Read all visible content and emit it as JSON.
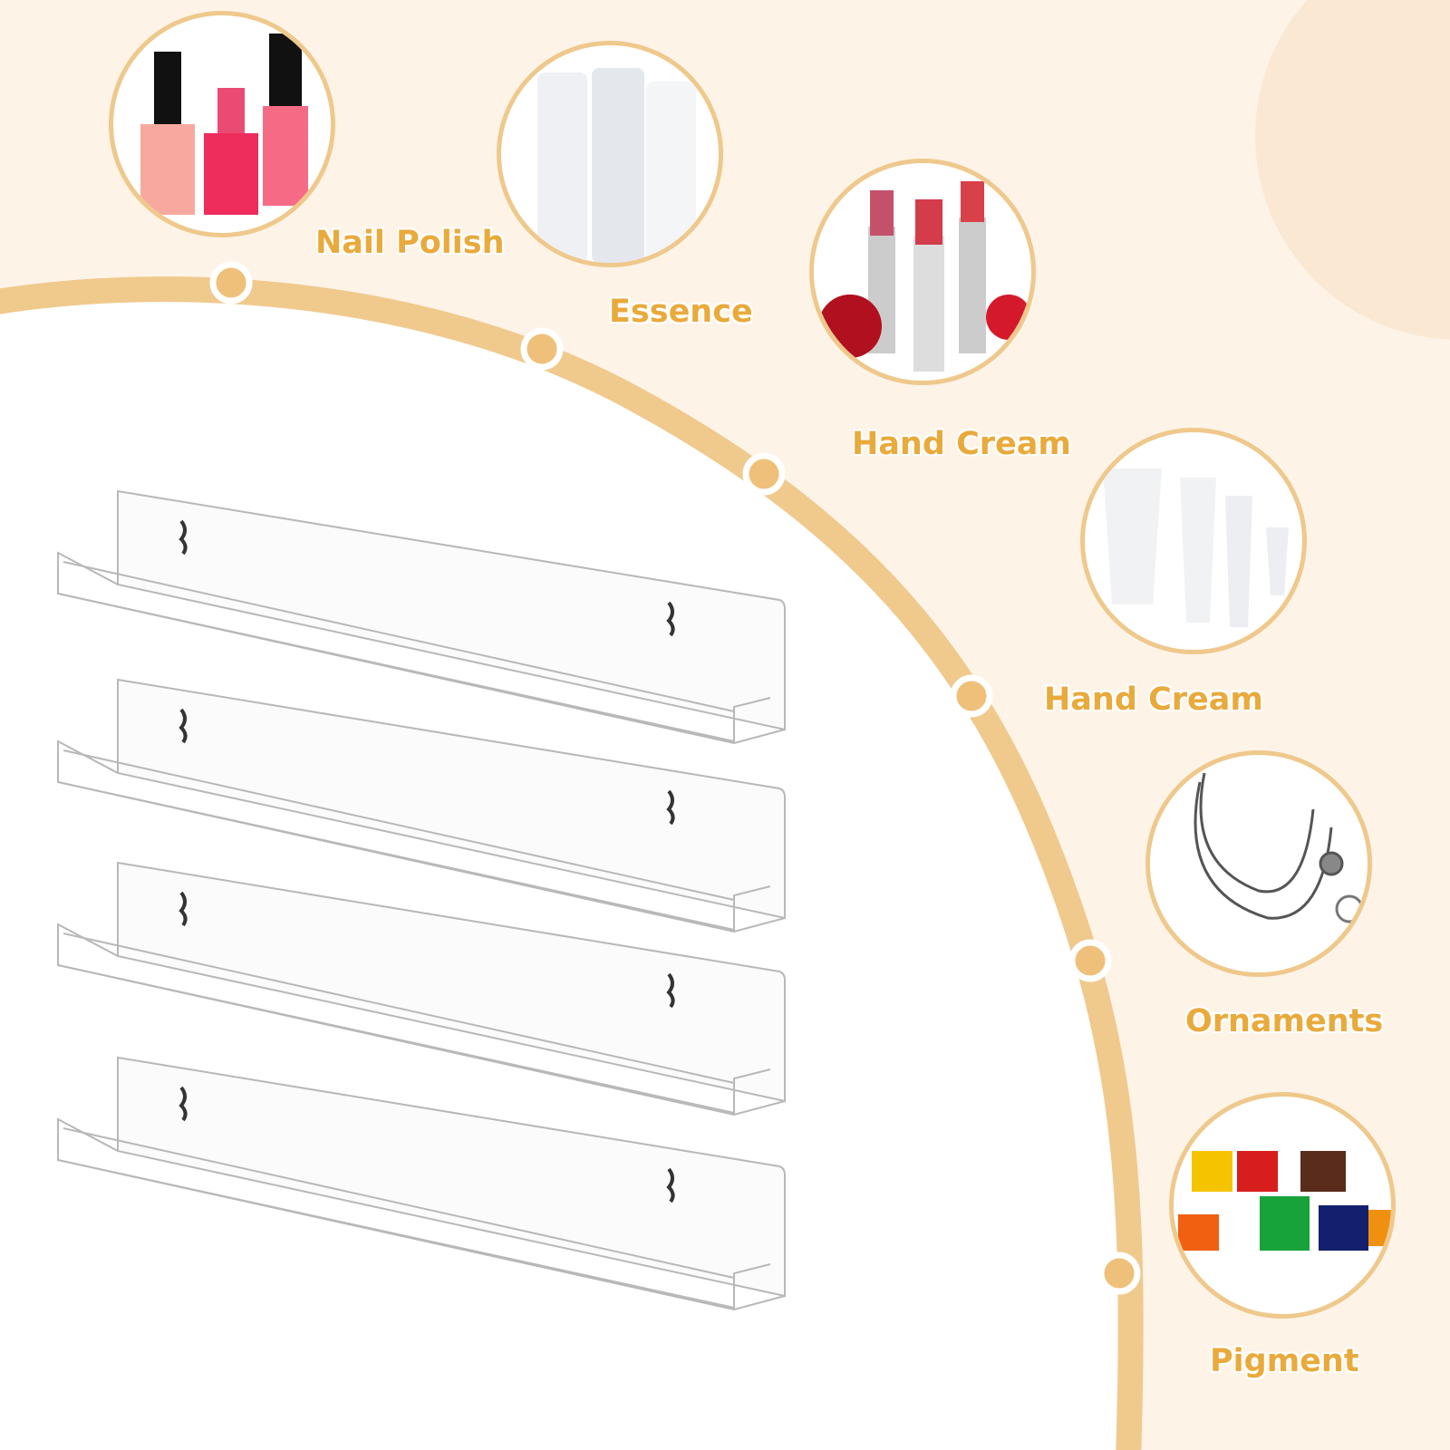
{
  "colors": {
    "background": "#fdf3e7",
    "arc": "#f0c98d",
    "label": "#e9aa3c",
    "inner": "#ffffff"
  },
  "categories": [
    {
      "label": "Nail Polish",
      "icon": "nail-polish-photo"
    },
    {
      "label": "Essence",
      "icon": "essence-bottles-photo"
    },
    {
      "label": "Hand Cream",
      "icon": "lipstick-photo"
    },
    {
      "label": "Hand Cream",
      "icon": "cream-tubes-photo"
    },
    {
      "label": "Ornaments",
      "icon": "jewelry-photo"
    },
    {
      "label": "Pigment",
      "icon": "paint-jars-photo"
    }
  ],
  "product": {
    "shelf_count": 4
  }
}
